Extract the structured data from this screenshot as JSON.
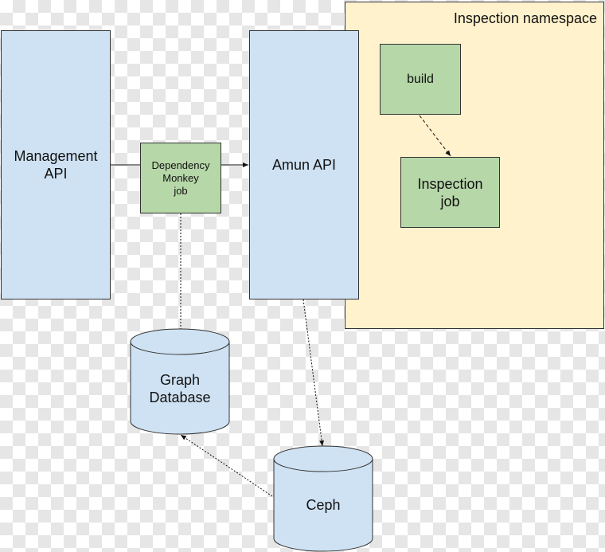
{
  "namespace": {
    "title": "Inspection namespace"
  },
  "nodes": {
    "management_api": "Management\nAPI",
    "dependency_monkey_job": "Dependency\nMonkey\njob",
    "amun_api": "Amun API",
    "build": "build",
    "inspection_job": "Inspection\njob",
    "graph_database": "Graph\nDatabase",
    "ceph": "Ceph"
  },
  "colors": {
    "api_fill": "#cfe2f3",
    "job_fill": "#b6d7a8",
    "namespace_fill": "#fff2cc",
    "stroke": "#333333"
  }
}
